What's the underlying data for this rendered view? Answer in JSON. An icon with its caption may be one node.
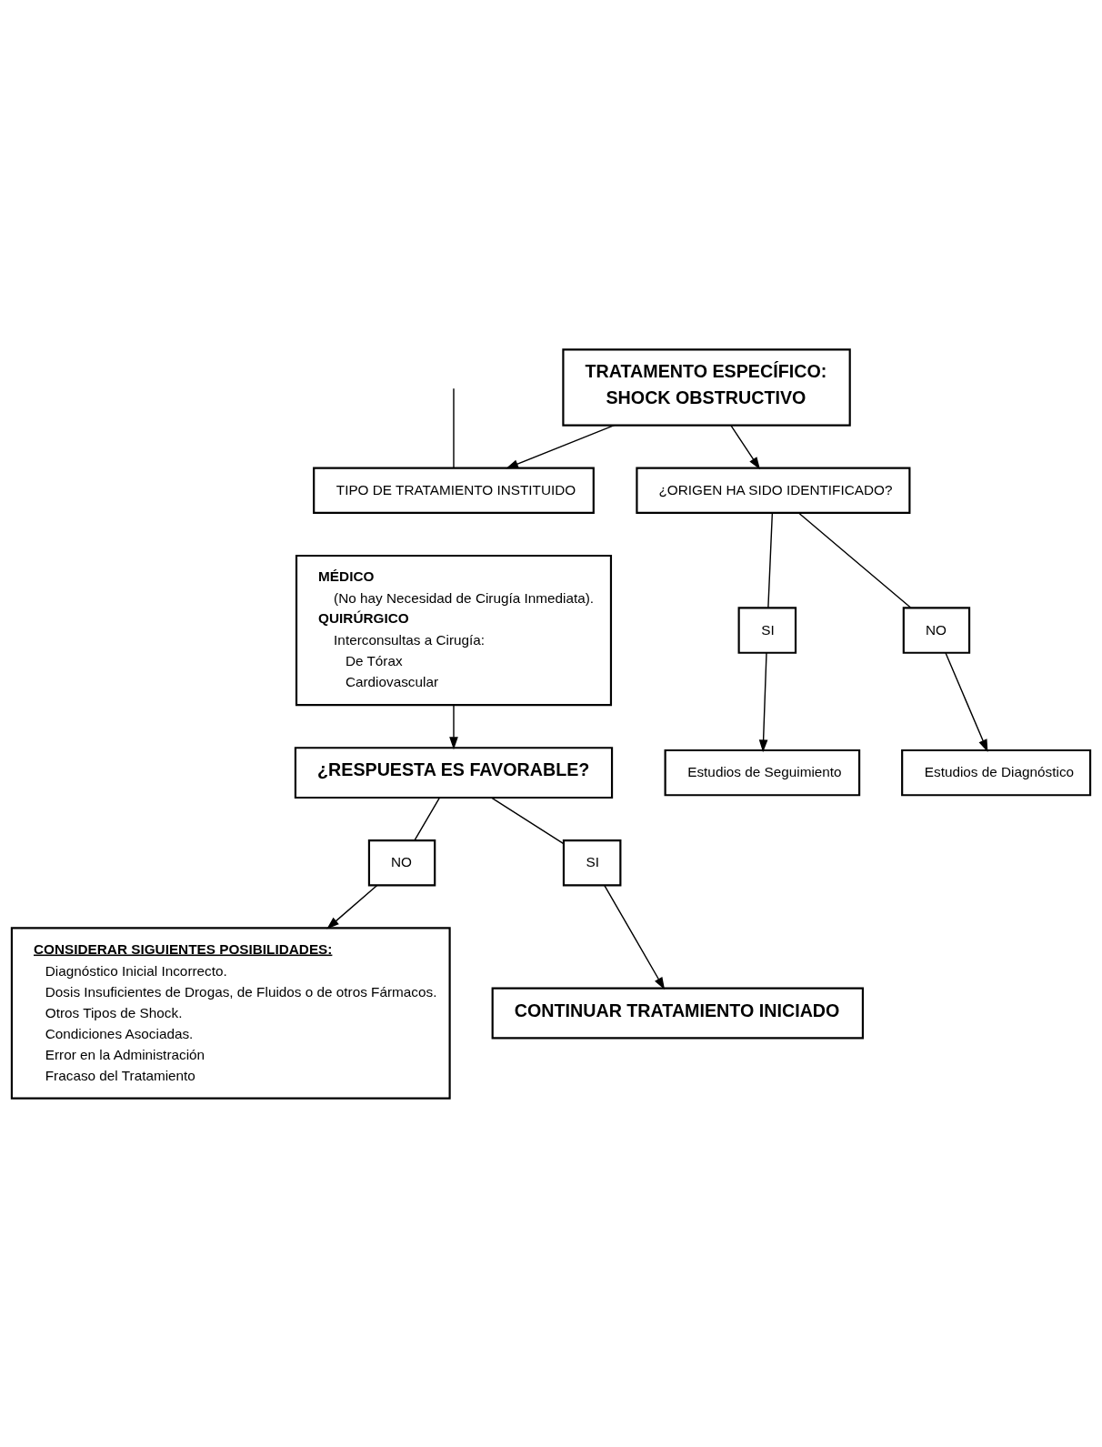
{
  "diagram": {
    "nodes": [
      {
        "text": [
          "TRATAMENTO ESPECÍFICO:",
          "SHOCK OBSTRUCTIVO"
        ]
      },
      {
        "text": [
          "TIPO DE TRATAMIENTO INSTITUIDO"
        ]
      },
      {
        "text": [
          "¿ORIGEN HA SIDO IDENTIFICADO?"
        ]
      },
      {
        "text": [
          "SI"
        ]
      },
      {
        "text": [
          "NO"
        ]
      },
      {
        "text": [
          "Estudios de Seguimiento"
        ]
      },
      {
        "text": [
          "Estudios de Diagnóstico"
        ]
      },
      {
        "text": [
          "MÉDICO",
          "(No hay Necesidad de Cirugía Inmediata).",
          "QUIRÚRGICO",
          "Interconsultas a Cirugía:",
          "De Tórax",
          "Cardiovascular"
        ]
      },
      {
        "text": [
          "¿RESPUESTA ES FAVORABLE?"
        ]
      },
      {
        "text": [
          "NO"
        ]
      },
      {
        "text": [
          "SI"
        ]
      },
      {
        "text": [
          "CONSIDERAR SIGUIENTES POSIBILIDADES:",
          "Diagnóstico Inicial Incorrecto.",
          "Dosis Insuficientes de Drogas, de Fluidos o de otros Fármacos.",
          "Otros Tipos de Shock.",
          "Condiciones Asociadas.",
          "Error en la Administración",
          "Fracaso del Tratamiento"
        ]
      },
      {
        "text": [
          "CONTINUAR TRATAMIENTO INICIADO"
        ]
      }
    ],
    "edges": [
      {
        "from": 0,
        "to": 1,
        "arrow": "to"
      },
      {
        "from": 0,
        "to": 2,
        "arrow": "to"
      },
      {
        "from": null,
        "to": 1,
        "arrow": "none"
      },
      {
        "from": 2,
        "to": 3,
        "arrow": "none"
      },
      {
        "from": 3,
        "to": 5,
        "arrow": "to"
      },
      {
        "from": 2,
        "to": 4,
        "arrow": "none"
      },
      {
        "from": 4,
        "to": 6,
        "arrow": "to"
      },
      {
        "from": 7,
        "to": 8,
        "arrow": "to"
      },
      {
        "from": 8,
        "to": 9,
        "arrow": "none"
      },
      {
        "from": 9,
        "to": 11,
        "arrow": "to"
      },
      {
        "from": 8,
        "to": 10,
        "arrow": "none"
      },
      {
        "from": 10,
        "to": 12,
        "arrow": "to"
      }
    ]
  }
}
